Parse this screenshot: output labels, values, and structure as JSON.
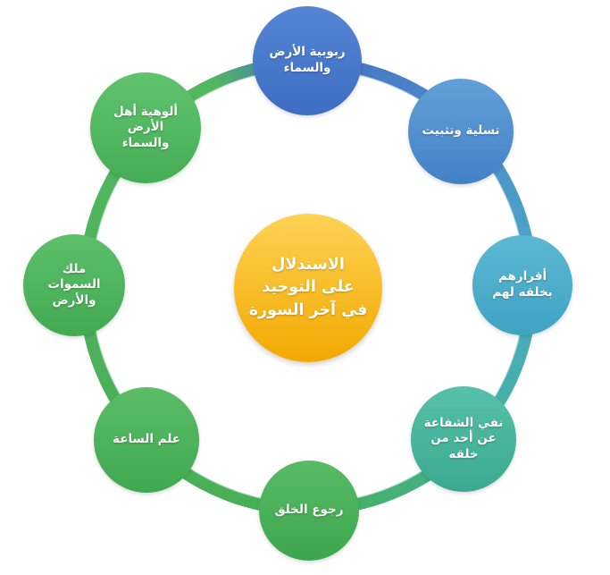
{
  "diagram": {
    "title_semantic": "cycle-diagram",
    "center": {
      "label": "الاستدلال\nعلى التوحيد\nفي آخر السورة",
      "fill_top": "#ffd255",
      "fill_bottom": "#f2a900"
    },
    "nodes": [
      {
        "label": "ربوبية الأرض\nوالسماء",
        "fill_top": "#5585d4",
        "fill_bottom": "#3d6ec2"
      },
      {
        "label": "تسلية وتثبيت",
        "fill_top": "#62a0d8",
        "fill_bottom": "#4381c6"
      },
      {
        "label": "أقرارهم\nبخلقه لهم",
        "fill_top": "#5cb8d4",
        "fill_bottom": "#3fa3c2"
      },
      {
        "label": "نفي الشفاعة\nعن أحد من\nخلقه",
        "fill_top": "#57c0aa",
        "fill_bottom": "#3aa98f"
      },
      {
        "label": "رجوع الخلق",
        "fill_top": "#58bb66",
        "fill_bottom": "#3da54d"
      },
      {
        "label": "علم الساعة",
        "fill_top": "#5abd68",
        "fill_bottom": "#40a850"
      },
      {
        "label": "ملك\nالسموات\nوالأرض",
        "fill_top": "#5cbf6a",
        "fill_bottom": "#42aa52"
      },
      {
        "label": "ألوهية أهل\nالأرض\nوالسماء",
        "fill_top": "#60c36e",
        "fill_bottom": "#45ad55"
      }
    ],
    "ring_colors": [
      "#4472c4",
      "#4e8cc9",
      "#4aabc6",
      "#44b199",
      "#47af55",
      "#4ab058",
      "#4db25b",
      "#52b75f"
    ]
  }
}
